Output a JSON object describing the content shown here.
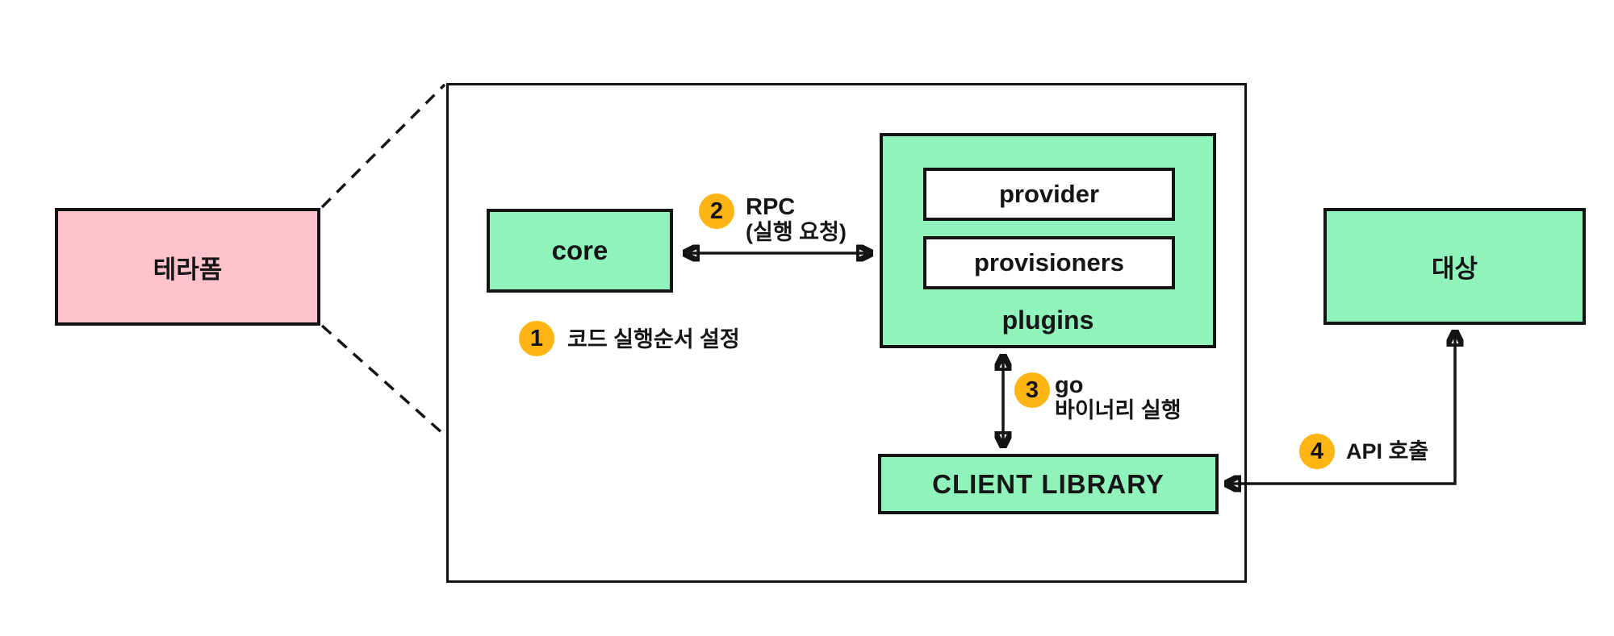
{
  "diagram": {
    "terraform_box": "테라폼",
    "container": {
      "core_box": "core",
      "plugins_box": {
        "provider": "provider",
        "provisioners": "provisioners",
        "label": "plugins"
      },
      "client_library_box": "CLIENT LIBRARY"
    },
    "target_box": "대상",
    "annotations": [
      {
        "number": "1",
        "text": "코드 실행순서 설정"
      },
      {
        "number": "2",
        "text": "RPC",
        "subtext": "(실행 요청)"
      },
      {
        "number": "3",
        "text": "go",
        "subtext": "바이너리 실행"
      },
      {
        "number": "4",
        "text": "API 호출"
      }
    ]
  },
  "colors": {
    "green": "#90f3bc",
    "pink": "#ffc3cd",
    "badge": "#ffb515",
    "line": "#141414",
    "bg": "#ffffff"
  }
}
